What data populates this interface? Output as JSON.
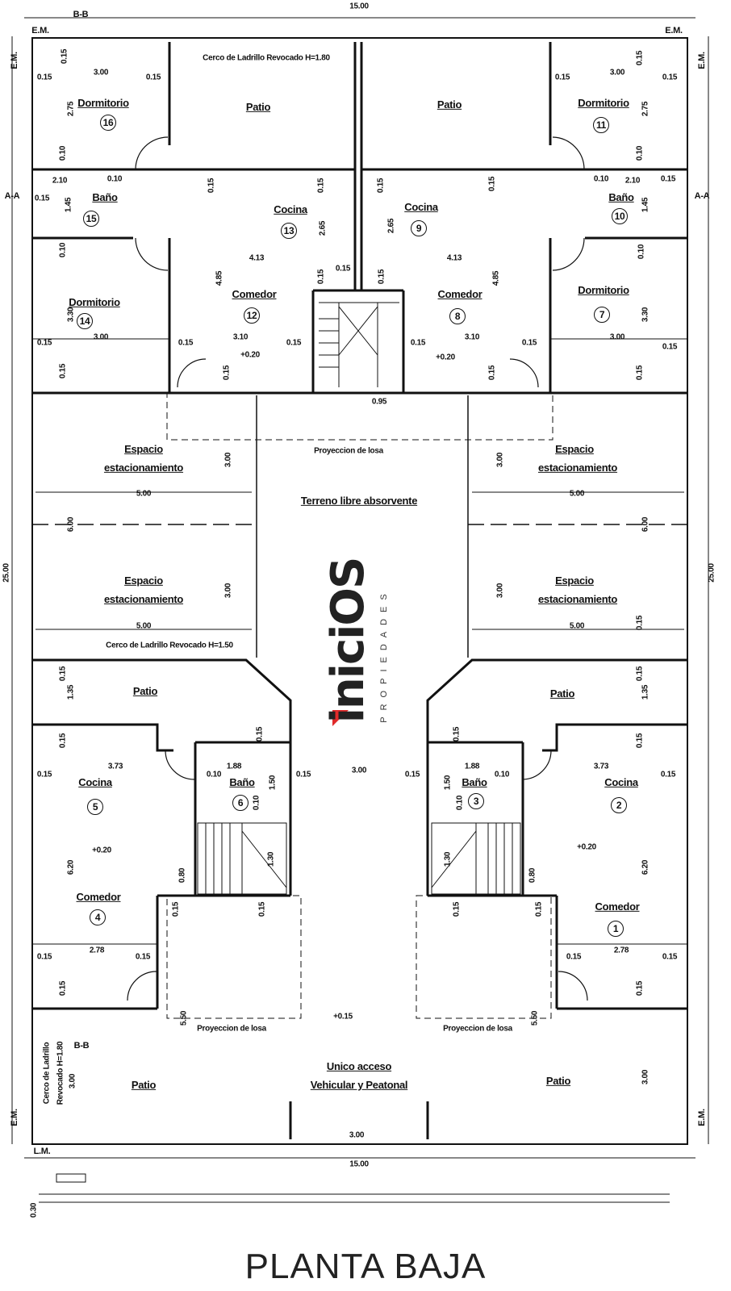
{
  "title": "PLANTA BAJA",
  "logo": {
    "wordmark": "iniciOS",
    "tagline": "PROPIEDADES"
  },
  "colors": {
    "ink": "#111111",
    "logo_red": "#e02a2a",
    "logo_gray": "#777777"
  },
  "rooms": [
    {
      "name": "Dormitorio",
      "number": "16"
    },
    {
      "name": "Dormitorio",
      "number": "11"
    },
    {
      "name": "Baño",
      "number": "15"
    },
    {
      "name": "Baño",
      "number": "10"
    },
    {
      "name": "Cocina",
      "number": "13"
    },
    {
      "name": "Cocina",
      "number": "9"
    },
    {
      "name": "Dormitorio",
      "number": "14"
    },
    {
      "name": "Comedor",
      "number": "12"
    },
    {
      "name": "Comedor",
      "number": "8"
    },
    {
      "name": "Dormitorio",
      "number": "7"
    },
    {
      "name": "Cocina",
      "number": "5"
    },
    {
      "name": "Baño",
      "number": "6"
    },
    {
      "name": "Baño",
      "number": "3"
    },
    {
      "name": "Cocina",
      "number": "2"
    },
    {
      "name": "Comedor",
      "number": "4"
    },
    {
      "name": "Comedor",
      "number": "1"
    }
  ],
  "spaces": [
    "Patio",
    "Patio",
    "Espacio",
    "estacionamiento",
    "Espacio",
    "estacionamiento",
    "Terreno libre absorvente",
    "Espacio",
    "estacionamiento",
    "Espacio",
    "estacionamiento",
    "Patio",
    "Patio",
    "Patio",
    "Unico acceso",
    "Vehicular y Peatonal",
    "Patio"
  ],
  "notes": [
    "Cerco de Ladrillo Revocado H=1.80",
    "Proyeccion de losa",
    "Cerco de Ladrillo Revocado H=1.50",
    "Proyeccion de losa",
    "Proyeccion de losa",
    "Cerco de Ladrillo",
    "Revocado H=1.80",
    "+0.20",
    "+0.20",
    "+0.20",
    "+0.20",
    "+0.15"
  ],
  "marks": [
    "B-B",
    "B-B",
    "E.M.",
    "E.M.",
    "E.M.",
    "E.M.",
    "A-A",
    "A-A",
    "E.M.",
    "E.M.",
    "L.M."
  ],
  "dimensions": [
    "15.00",
    "0.15",
    "3.00",
    "0.15",
    "0.15",
    "2.75",
    "0.10",
    "0.15",
    "3.00",
    "0.15",
    "0.15",
    "2.75",
    "0.10",
    "2.10",
    "0.10",
    "0.15",
    "1.45",
    "0.10",
    "2.10",
    "0.15",
    "1.45",
    "0.15",
    "0.15",
    "2.65",
    "0.15",
    "2.65",
    "0.15",
    "0.10",
    "4.13",
    "0.15",
    "0.15",
    "0.15",
    "4.13",
    "0.10",
    "3.30",
    "4.85",
    "4.85",
    "3.30",
    "0.15",
    "3.00",
    "0.15",
    "3.10",
    "0.15",
    "0.15",
    "3.10",
    "0.15",
    "3.00",
    "0.15",
    "0.15",
    "0.15",
    "0.15",
    "0.15",
    "0.95",
    "3.00",
    "3.00",
    "5.00",
    "5.00",
    "6.00",
    "6.00",
    "25.00",
    "25.00",
    "3.00",
    "3.00",
    "5.00",
    "5.00",
    "0.15",
    "0.15",
    "1.35",
    "1.35",
    "0.15",
    "0.15",
    "0.15",
    "0.15",
    "0.15",
    "3.73",
    "1.88",
    "3.00",
    "1.88",
    "3.73",
    "0.15",
    "0.10",
    "1.50",
    "0.15",
    "0.15",
    "1.50",
    "0.10",
    "0.15",
    "0.10",
    "0.10",
    "1.30",
    "1.30",
    "6.20",
    "6.20",
    "0.80",
    "0.80",
    "0.15",
    "0.15",
    "0.15",
    "0.15",
    "0.15",
    "2.78",
    "0.15",
    "0.15",
    "2.78",
    "0.15",
    "0.15",
    "0.15",
    "5.50",
    "5.50",
    "3.00",
    "3.00",
    "3.00",
    "15.00",
    "0.30"
  ]
}
